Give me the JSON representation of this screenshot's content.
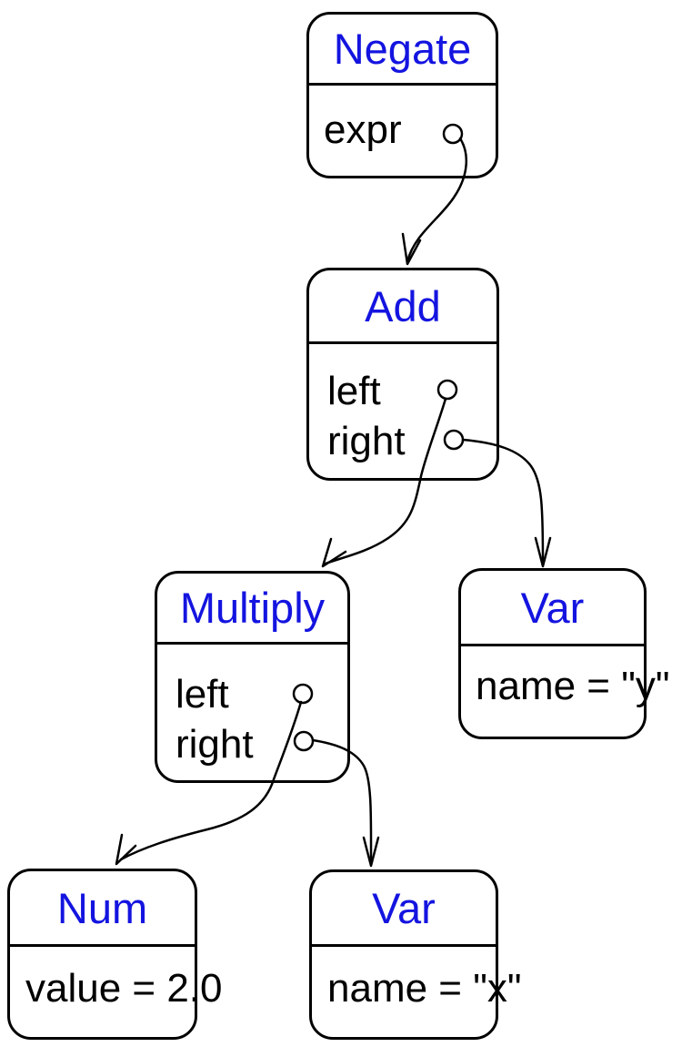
{
  "diagram": {
    "background": "#ffffff",
    "stroke_color": "#000000",
    "title_color": "#1414e0",
    "nodes": [
      {
        "id": "negate",
        "title": "Negate",
        "fields": [
          {
            "label": "expr",
            "port": true
          }
        ]
      },
      {
        "id": "add",
        "title": "Add",
        "fields": [
          {
            "label": "left",
            "port": true
          },
          {
            "label": "right",
            "port": true
          }
        ]
      },
      {
        "id": "multiply",
        "title": "Multiply",
        "fields": [
          {
            "label": "left",
            "port": true
          },
          {
            "label": "right",
            "port": true
          }
        ]
      },
      {
        "id": "var-y",
        "title": "Var",
        "fields": [
          {
            "label": "name = \"y\"",
            "port": false
          }
        ]
      },
      {
        "id": "num",
        "title": "Num",
        "fields": [
          {
            "label": "value = 2.0",
            "port": false
          }
        ]
      },
      {
        "id": "var-x",
        "title": "Var",
        "fields": [
          {
            "label": "name = \"x\"",
            "port": false
          }
        ]
      }
    ],
    "edges": [
      {
        "from": "negate.expr",
        "to": "add"
      },
      {
        "from": "add.left",
        "to": "multiply"
      },
      {
        "from": "add.right",
        "to": "var-y"
      },
      {
        "from": "multiply.left",
        "to": "num"
      },
      {
        "from": "multiply.right",
        "to": "var-x"
      }
    ]
  }
}
